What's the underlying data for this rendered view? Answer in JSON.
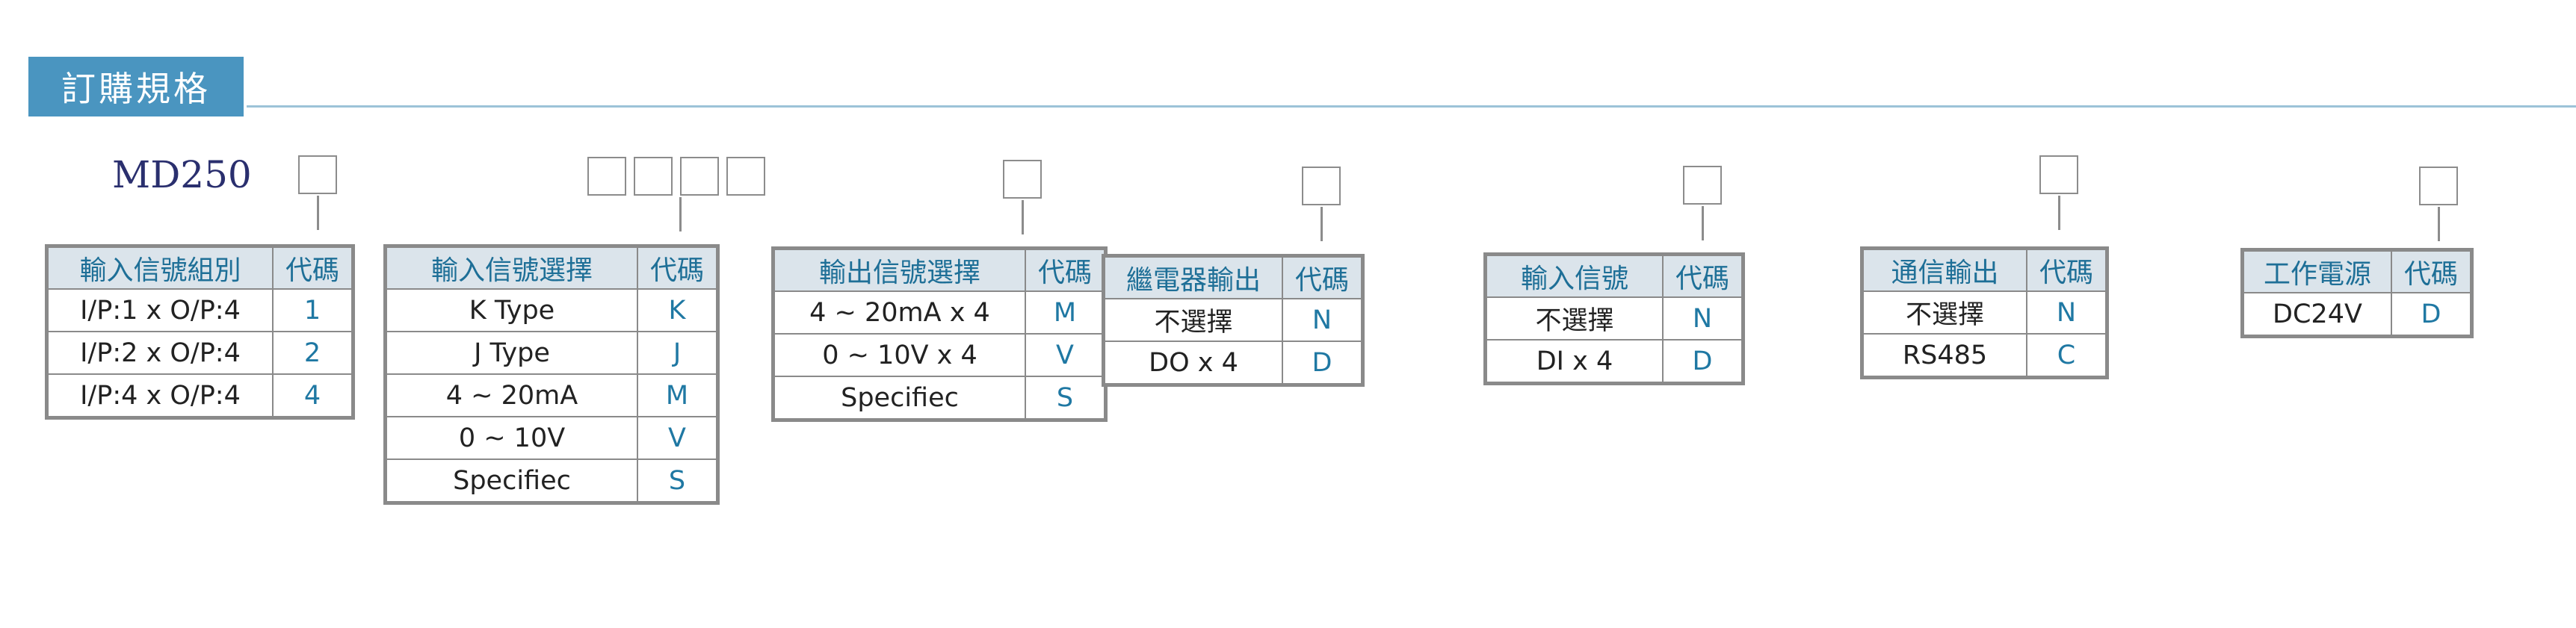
{
  "header": {
    "title": "訂購規格"
  },
  "model": "MD250",
  "tables": [
    {
      "head": [
        "輸入信號組別",
        "代碼"
      ],
      "rows": [
        [
          "I/P:1 x O/P:4",
          "1"
        ],
        [
          "I/P:2 x O/P:4",
          "2"
        ],
        [
          "I/P:4 x O/P:4",
          "4"
        ]
      ]
    },
    {
      "head": [
        "輸入信號選擇",
        "代碼"
      ],
      "rows": [
        [
          "K Type",
          "K"
        ],
        [
          "J Type",
          "J"
        ],
        [
          "4 ~ 20mA",
          "M"
        ],
        [
          "0 ~ 10V",
          "V"
        ],
        [
          "Specifiec",
          "S"
        ]
      ]
    },
    {
      "head": [
        "輸出信號選擇",
        "代碼"
      ],
      "rows": [
        [
          "4 ~ 20mA x 4",
          "M"
        ],
        [
          "0 ~ 10V x 4",
          "V"
        ],
        [
          "Specifiec",
          "S"
        ]
      ]
    },
    {
      "head": [
        "繼電器輸出",
        "代碼"
      ],
      "rows": [
        [
          "不選擇",
          "N"
        ],
        [
          "DO x 4",
          "D"
        ]
      ]
    },
    {
      "head": [
        "輸入信號",
        "代碼"
      ],
      "rows": [
        [
          "不選擇",
          "N"
        ],
        [
          "DI x 4",
          "D"
        ]
      ]
    },
    {
      "head": [
        "通信輸出",
        "代碼"
      ],
      "rows": [
        [
          "不選擇",
          "N"
        ],
        [
          "RS485",
          "C"
        ]
      ]
    },
    {
      "head": [
        "工作電源",
        "代碼"
      ],
      "rows": [
        [
          "DC24V",
          "D"
        ]
      ]
    }
  ]
}
